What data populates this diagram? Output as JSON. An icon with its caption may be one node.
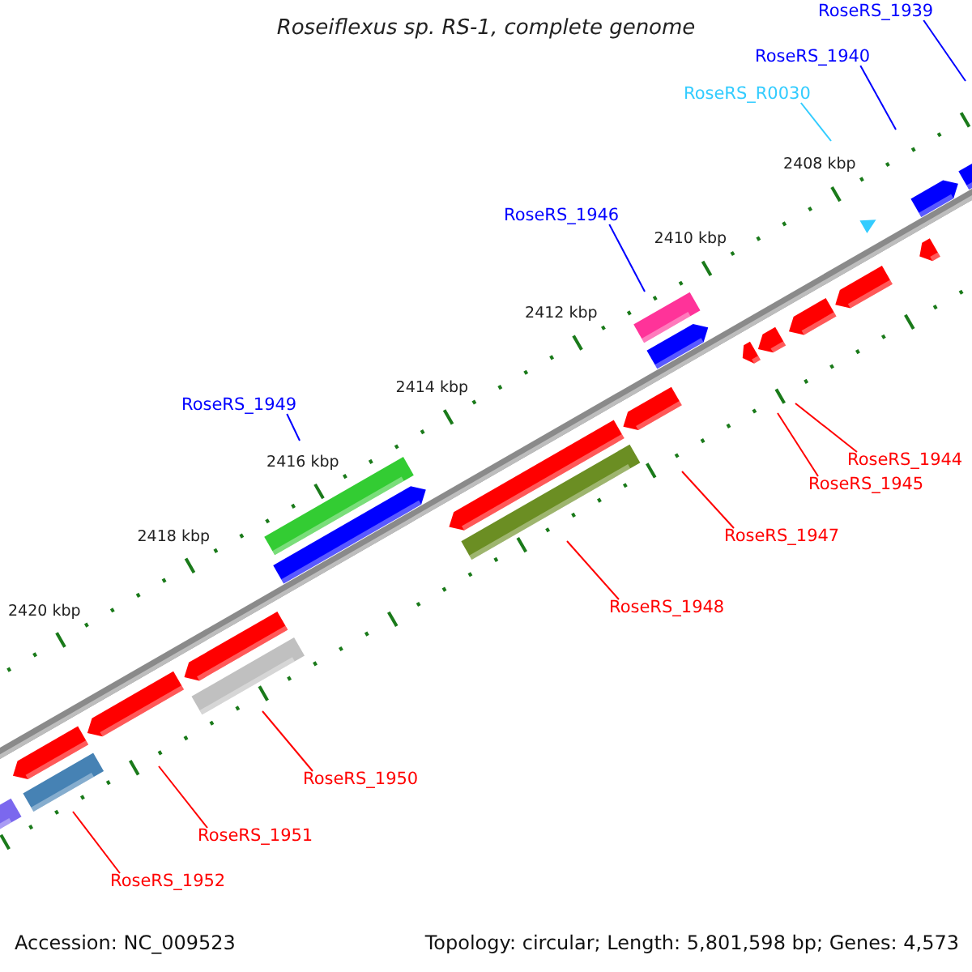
{
  "diagram": {
    "title": "Roseiflexus sp. RS-1, complete genome",
    "nodes": [
      {
        "text": [
          "RoseRS_1939"
        ]
      },
      {
        "text": [
          "RoseRS_1940"
        ]
      },
      {
        "text": [
          "RoseRS_R0030"
        ]
      },
      {
        "text": [
          "RoseRS_1946"
        ]
      },
      {
        "text": [
          "RoseRS_1949"
        ]
      },
      {
        "text": [
          "RoseRS_1944"
        ]
      },
      {
        "text": [
          "RoseRS_1945"
        ]
      },
      {
        "text": [
          "RoseRS_1947"
        ]
      },
      {
        "text": [
          "RoseRS_1948"
        ]
      },
      {
        "text": [
          "RoseRS_1950"
        ]
      },
      {
        "text": [
          "RoseRS_1951"
        ]
      },
      {
        "text": [
          "RoseRS_1952"
        ]
      }
    ],
    "edges": [
      {
        "from": 0,
        "to": null,
        "arrow": "none",
        "color": "#0000ff"
      },
      {
        "from": 1,
        "to": null,
        "arrow": "none",
        "color": "#0000ff"
      },
      {
        "from": 2,
        "to": null,
        "arrow": "none",
        "color": "#33ccff"
      },
      {
        "from": 3,
        "to": null,
        "arrow": "none",
        "color": "#0000ff"
      },
      {
        "from": 4,
        "to": null,
        "arrow": "none",
        "color": "#0000ff"
      },
      {
        "from": 5,
        "to": null,
        "arrow": "none"
      },
      {
        "from": 6,
        "to": null,
        "arrow": "none"
      },
      {
        "from": 7,
        "to": null,
        "arrow": "none"
      },
      {
        "from": 8,
        "to": null,
        "arrow": "none"
      },
      {
        "from": 9,
        "to": null,
        "arrow": "none"
      },
      {
        "from": 10,
        "to": null,
        "arrow": "none"
      },
      {
        "from": 11,
        "to": null,
        "arrow": "none"
      }
    ],
    "labels": [
      "2408 kbp",
      "2410 kbp",
      "2412 kbp",
      "2414 kbp",
      "2416 kbp",
      "2418 kbp",
      "2420 kbp",
      "Accession: NC_009523",
      "Topology: circular; Length: 5,801,598 bp; Genes: 4,573"
    ]
  }
}
